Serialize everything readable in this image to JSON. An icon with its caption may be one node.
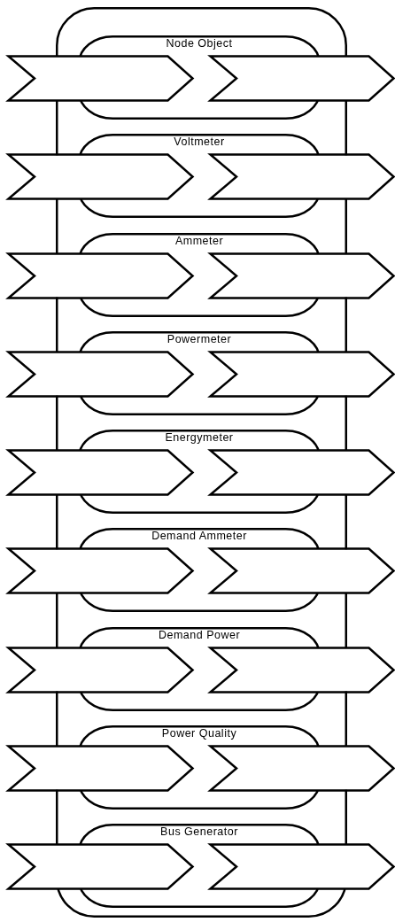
{
  "diagram": {
    "nodes": [
      {
        "text": [],
        "shape": "box"
      },
      {
        "text": [
          "Node Object"
        ],
        "in": 0
      },
      {
        "text": [],
        "shape": "chevron"
      },
      {
        "text": [],
        "shape": "chevron"
      },
      {
        "text": [
          "Voltmeter"
        ],
        "in": 0
      },
      {
        "text": [],
        "shape": "chevron"
      },
      {
        "text": [],
        "shape": "chevron"
      },
      {
        "text": [
          "Ammeter"
        ],
        "in": 0
      },
      {
        "text": [],
        "shape": "chevron"
      },
      {
        "text": [],
        "shape": "chevron"
      },
      {
        "text": [
          "Powermeter"
        ],
        "in": 0
      },
      {
        "text": [],
        "shape": "chevron"
      },
      {
        "text": [],
        "shape": "chevron"
      },
      {
        "text": [
          "Energymeter"
        ],
        "in": 0
      },
      {
        "text": [],
        "shape": "chevron"
      },
      {
        "text": [],
        "shape": "chevron"
      },
      {
        "text": [
          "Demand Ammeter"
        ],
        "in": 0
      },
      {
        "text": [],
        "shape": "chevron"
      },
      {
        "text": [],
        "shape": "chevron"
      },
      {
        "text": [
          "Demand Power"
        ],
        "in": 0
      },
      {
        "text": [],
        "shape": "chevron"
      },
      {
        "text": [],
        "shape": "chevron"
      },
      {
        "text": [
          "Power Quality"
        ],
        "in": 0
      },
      {
        "text": [],
        "shape": "chevron"
      },
      {
        "text": [],
        "shape": "chevron"
      },
      {
        "text": [
          "Bus Generator"
        ],
        "in": 0
      },
      {
        "text": [],
        "shape": "chevron"
      },
      {
        "text": [],
        "shape": "chevron"
      }
    ]
  }
}
